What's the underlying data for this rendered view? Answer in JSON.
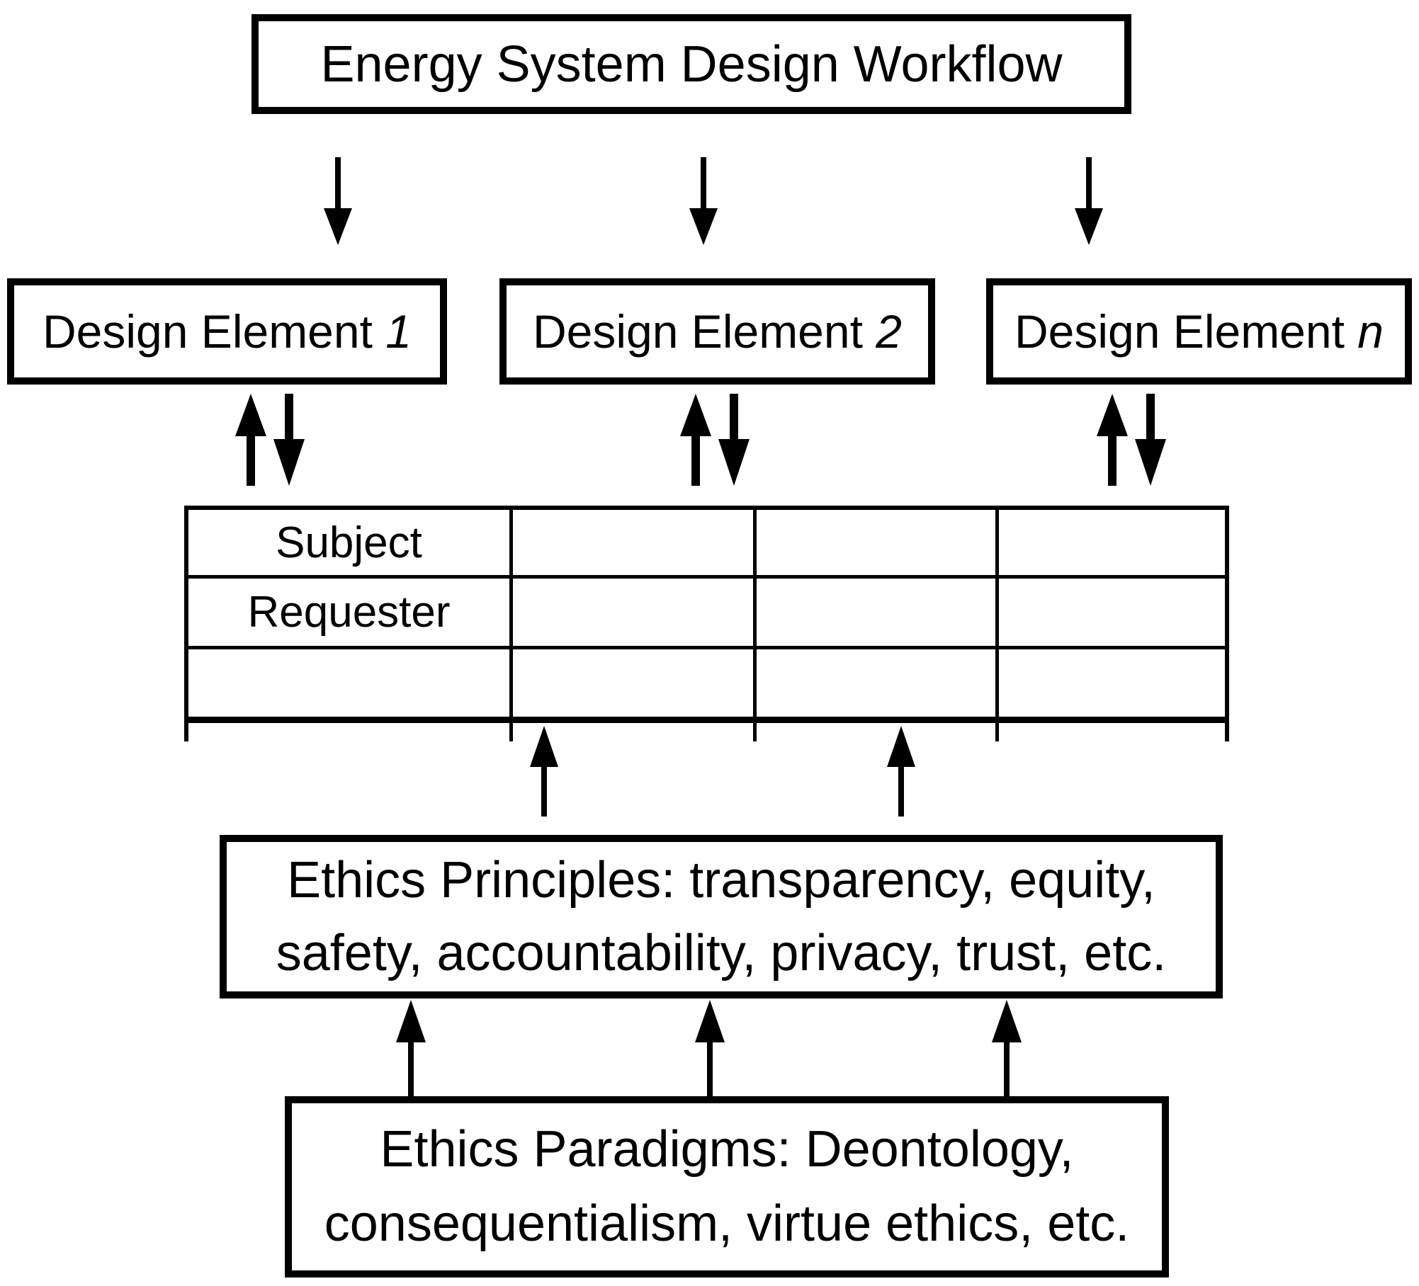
{
  "title": "Energy System Design Workflow",
  "design_elements": [
    {
      "prefix": "Design Element ",
      "suffix": "1"
    },
    {
      "prefix": "Design Element ",
      "suffix": "2"
    },
    {
      "prefix": "Design Element ",
      "suffix": "n"
    }
  ],
  "mapping_table": {
    "num_columns": 4,
    "row_labels": [
      "Subject",
      "Requester",
      "",
      ""
    ]
  },
  "ethics_principles": {
    "lines": [
      "Ethics Principles: transparency, equity,",
      "safety, accountability, privacy, trust, etc."
    ]
  },
  "ethics_paradigms": {
    "lines": [
      "Ethics Paradigms: Deontology,",
      "consequentialism, virtue ethics, etc."
    ]
  },
  "colors": {
    "foreground": "#000000",
    "background": "#ffffff"
  }
}
